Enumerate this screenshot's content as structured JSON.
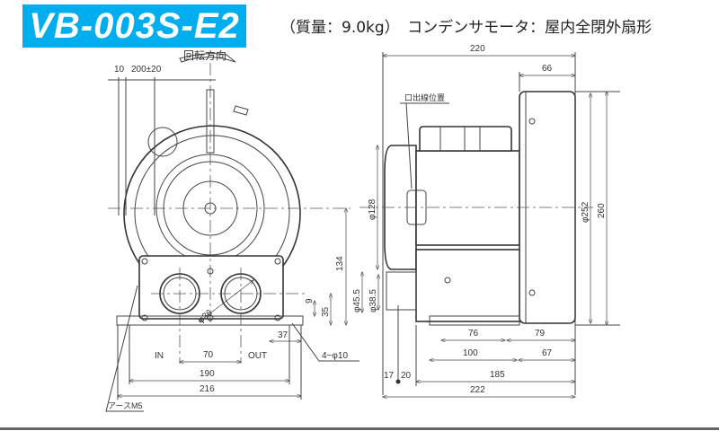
{
  "header": {
    "model": "VB-003S-E2",
    "spec": "（質量：9.0kg）　コンデンサモータ：屋内全閉外扇形",
    "badge_color": "#00aeef"
  },
  "front_view": {
    "rotation_label": "回転方向",
    "dims": {
      "d10": "10",
      "d200": "200±20",
      "d134": "134",
      "d9": "9",
      "d35": "35",
      "d37": "37",
      "holes": "4−φ10",
      "d70": "70",
      "d190": "190",
      "d216": "216",
      "phi36": "φ36"
    },
    "in_label": "IN",
    "out_label": "OUT",
    "earth_label": "アースM5"
  },
  "side_view": {
    "lead_label": "口出線位置",
    "dims": {
      "d220": "220",
      "d66": "66",
      "phi128": "φ128",
      "phi252": "φ252",
      "d260": "260",
      "phi45_5": "φ45.5",
      "phi38_5": "φ38.5",
      "d76": "76",
      "d79": "79",
      "d100": "100",
      "d67": "67",
      "d17": "17",
      "d20": "20",
      "d185": "185",
      "d222": "222"
    }
  }
}
